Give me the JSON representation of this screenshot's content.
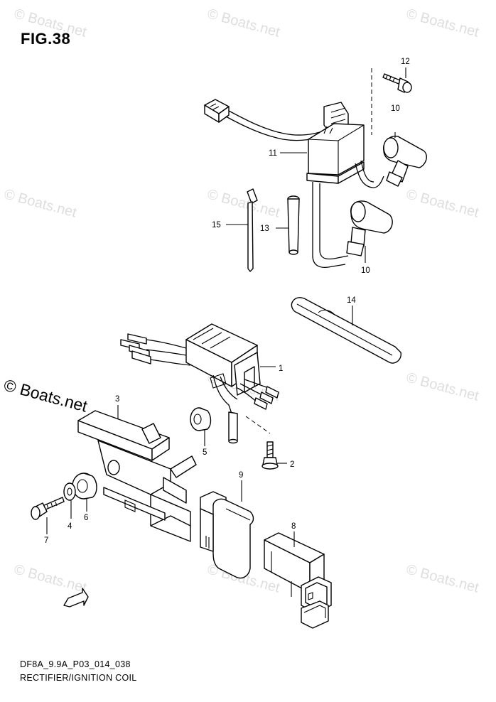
{
  "figure_title": "FIG.38",
  "drawing_code": "DF8A_9.9A_P03_014_038",
  "drawing_name": "RECTIFIER/IGNITION COIL",
  "watermark_text": "© Boats.net",
  "fwd_label": "FWD",
  "parts": [
    {
      "id": "p1",
      "label": "1"
    },
    {
      "id": "p2",
      "label": "2"
    },
    {
      "id": "p3",
      "label": "3"
    },
    {
      "id": "p4",
      "label": "4"
    },
    {
      "id": "p5",
      "label": "5"
    },
    {
      "id": "p6",
      "label": "6"
    },
    {
      "id": "p7",
      "label": "7"
    },
    {
      "id": "p8",
      "label": "8"
    },
    {
      "id": "p9",
      "label": "9"
    },
    {
      "id": "p10a",
      "label": "10"
    },
    {
      "id": "p10b",
      "label": "10"
    },
    {
      "id": "p11",
      "label": "11"
    },
    {
      "id": "p12",
      "label": "12"
    },
    {
      "id": "p13",
      "label": "13"
    },
    {
      "id": "p14",
      "label": "14"
    },
    {
      "id": "p15",
      "label": "15"
    }
  ]
}
